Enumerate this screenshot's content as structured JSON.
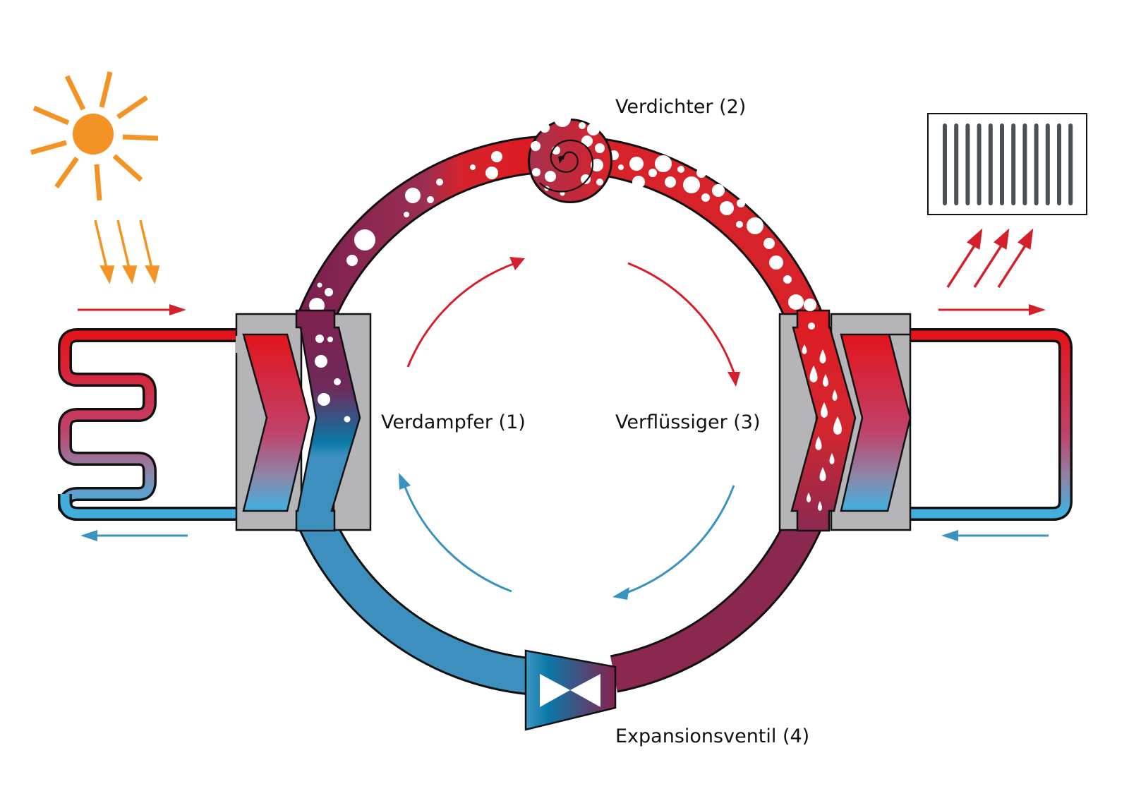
{
  "title": "Wärmepumpen-Kreislauf",
  "labels": {
    "evaporator": "Verdampfer (1)",
    "compressor": "Verdichter (2)",
    "condenser": "Verflüssiger (3)",
    "expansion_valve": "Expansionsventil (4)"
  },
  "icons": {
    "heat_source": "sun-icon",
    "heat_sink": "radiator-icon",
    "compressor": "spiral-compressor-icon",
    "valve": "bowtie-valve-icon"
  },
  "colors": {
    "hot": "#e3141c",
    "warm_mid": "#c0416a",
    "refrigerant_mid": "#8c2a52",
    "cold": "#3a8fbc",
    "cold_light": "#41b0de",
    "sun": "#f39325",
    "exchanger_body": "#b5b5b7",
    "radiator_fins": "#4a5054",
    "arrow_hot": "#d4202a",
    "arrow_cold": "#3a92c0",
    "outline": "#111111"
  },
  "flows": {
    "source_in": "hot",
    "source_out": "cold",
    "sink_out": "hot",
    "sink_in": "cold",
    "cycle_direction": "clockwise"
  },
  "radiator_fin_count": 12
}
